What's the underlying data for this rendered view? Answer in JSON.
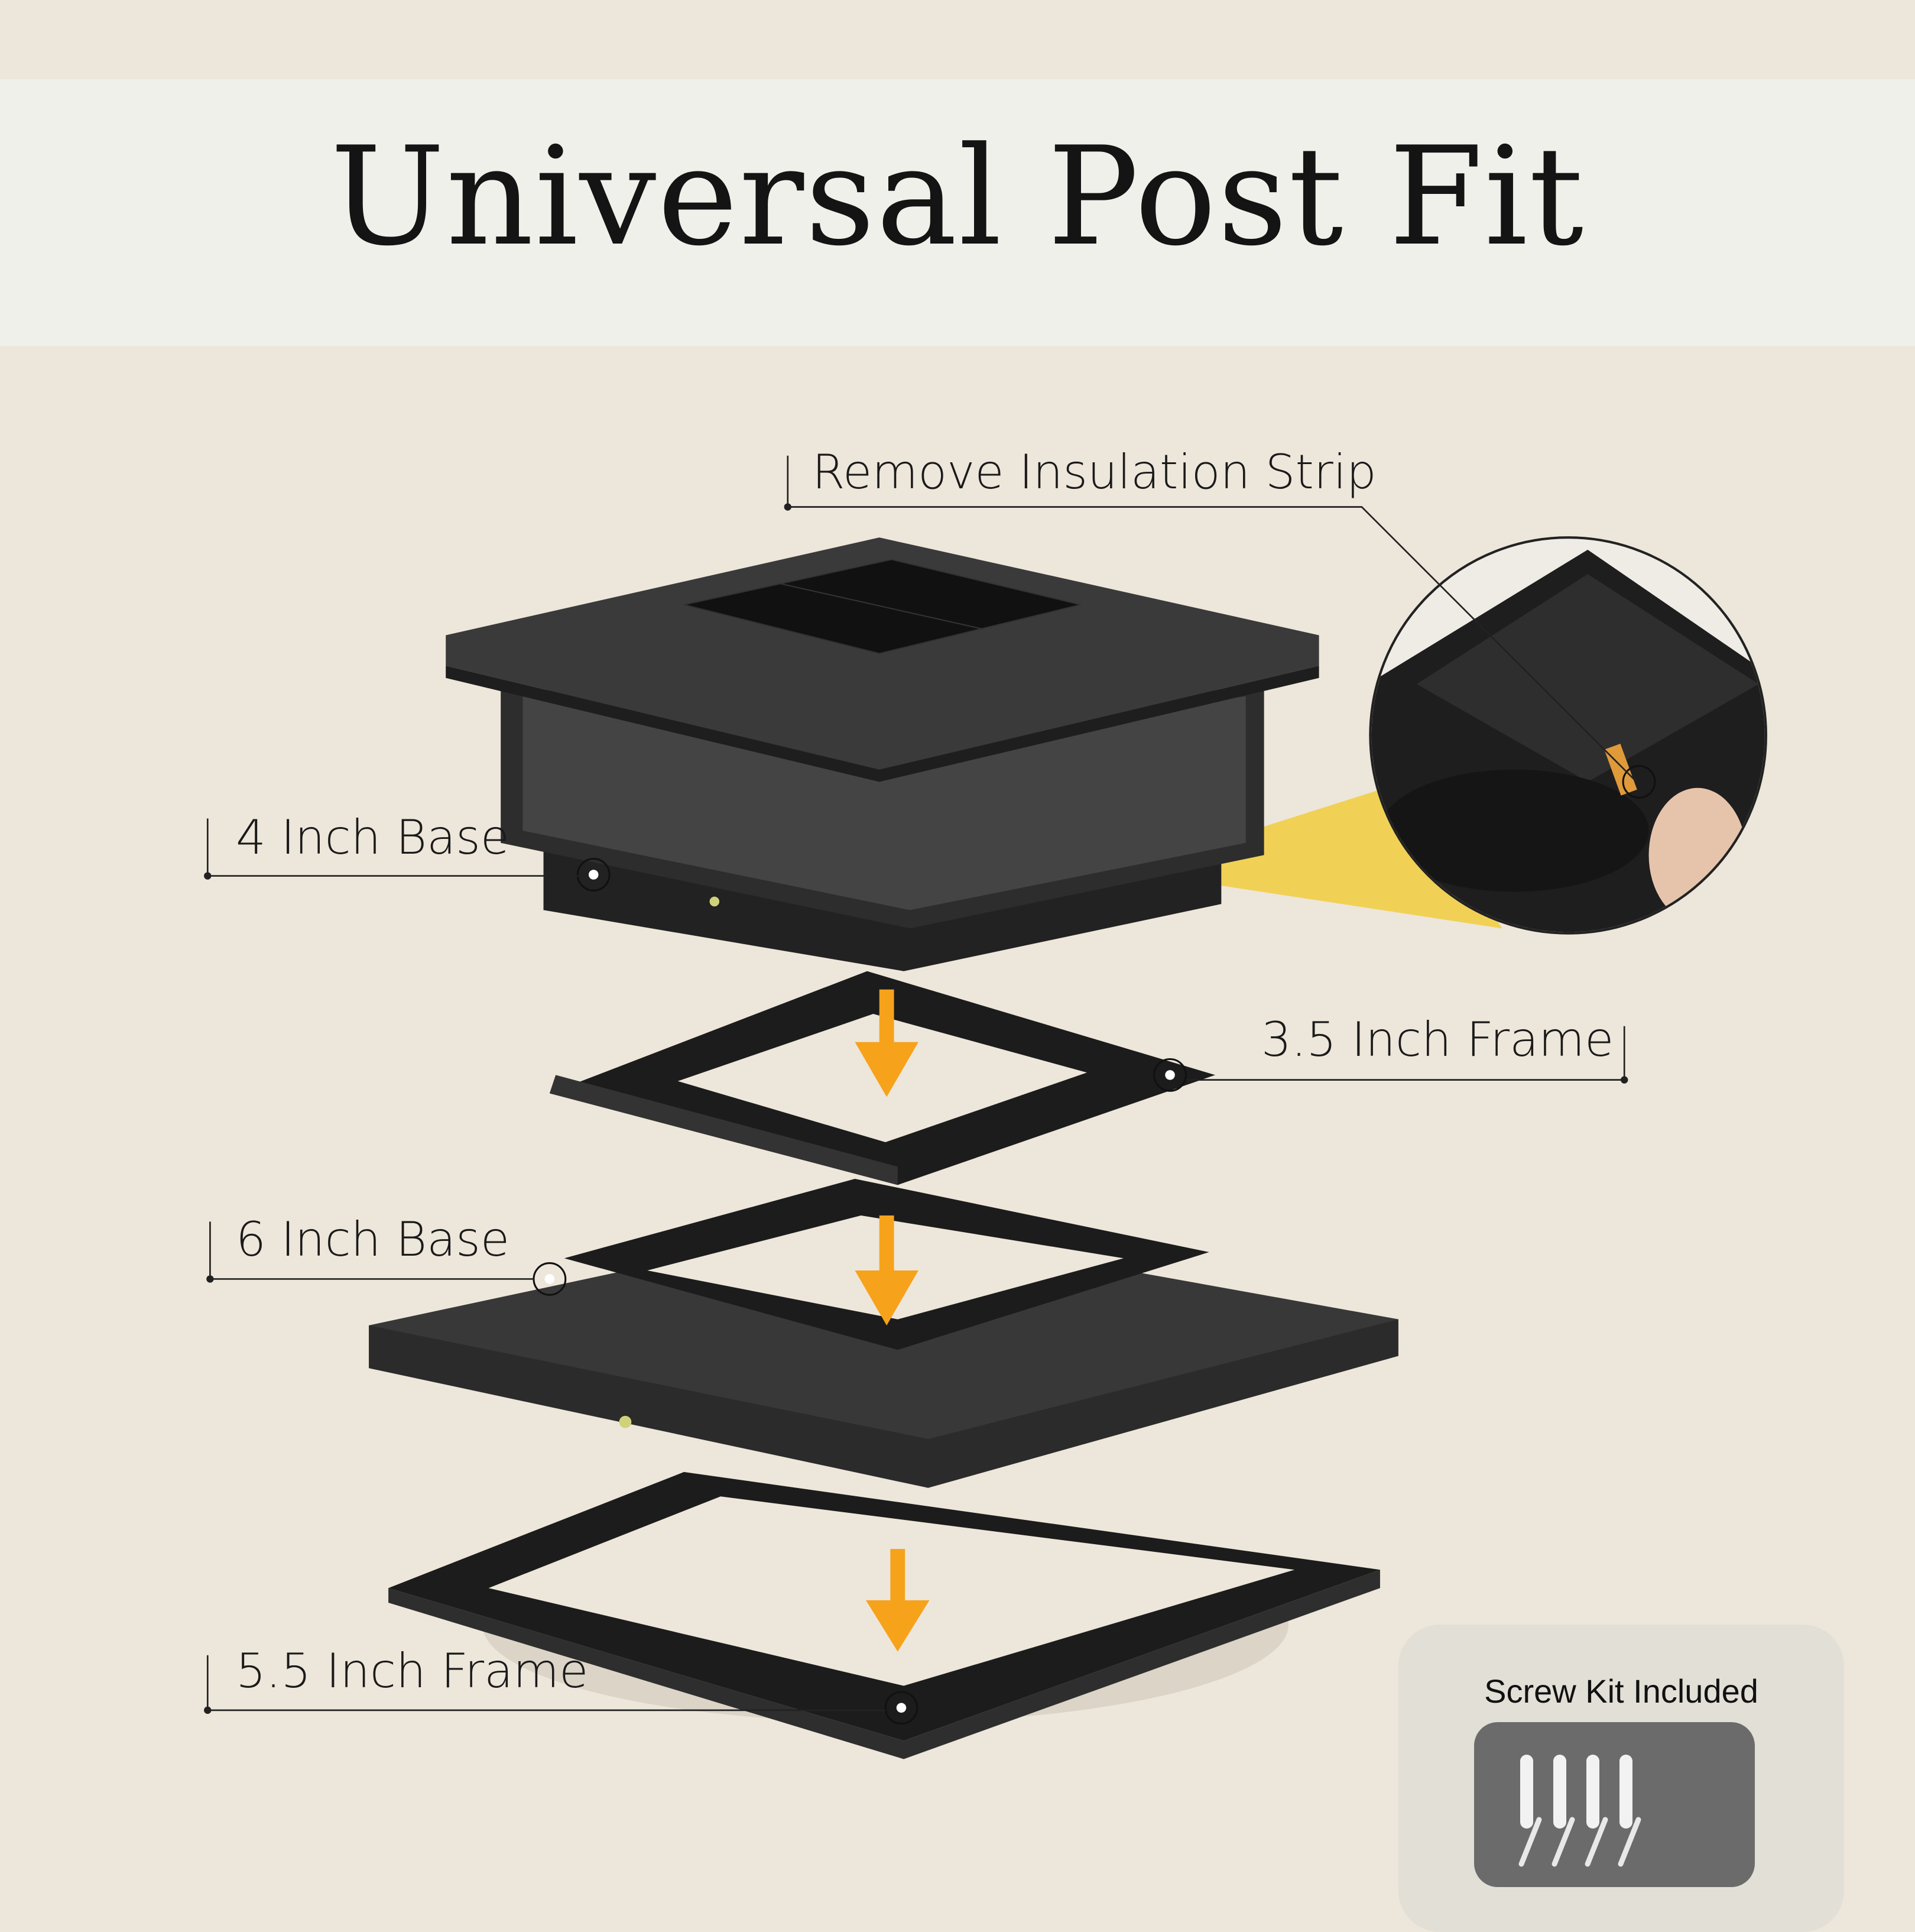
{
  "title": "Universal Post Fit",
  "labels": {
    "insulation": "Remove Insulation Strip",
    "base4": "4 Inch Base",
    "frame35": "3.5 Inch Frame",
    "base6": "6 Inch Base",
    "frame55": "5.5 Inch Frame"
  },
  "screw_kit": {
    "title": "Screw Kit Included",
    "count": 4
  },
  "colors": {
    "background": "#ede6da",
    "band": "#f0f0eb",
    "product": "#2a2a2a",
    "arrow": "#f7a21b",
    "highlight": "#f2c928"
  }
}
